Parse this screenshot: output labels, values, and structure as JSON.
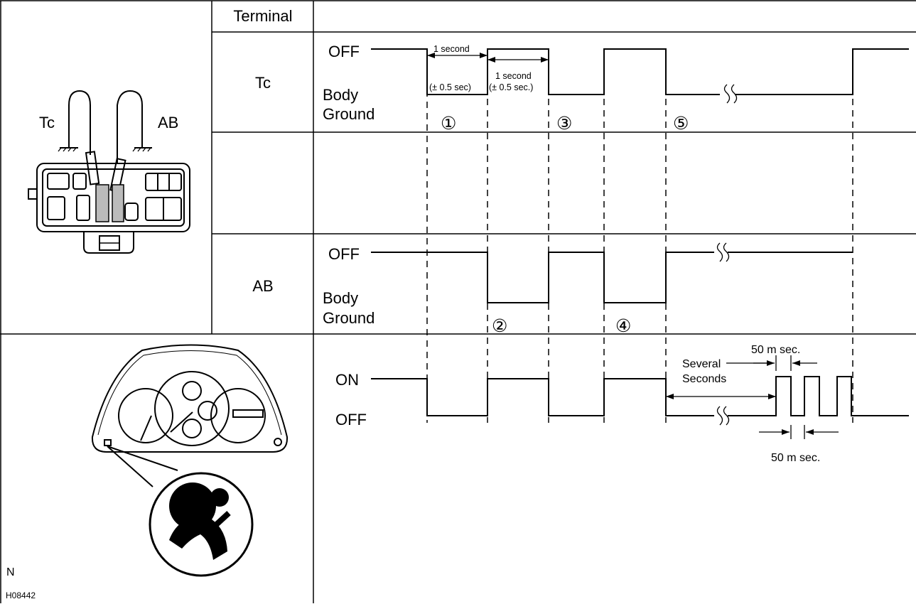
{
  "table": {
    "terminal_header": "Terminal",
    "rows": [
      {
        "terminal": "Tc",
        "high_label": "OFF",
        "low_label_line1": "Body",
        "low_label_line2": "Ground"
      },
      {
        "terminal": "",
        "high_label": "",
        "low_label_line1": "",
        "low_label_line2": ""
      },
      {
        "terminal": "AB",
        "high_label": "OFF",
        "low_label_line1": "Body",
        "low_label_line2": "Ground"
      },
      {
        "terminal": "",
        "high_label": "ON",
        "low_label_line1": "OFF",
        "low_label_line2": ""
      }
    ]
  },
  "connector_illustration": {
    "left_probe": "Tc",
    "right_probe": "AB"
  },
  "steps": [
    "①",
    "②",
    "③",
    "④",
    "⑤"
  ],
  "timing_labels": {
    "pulse1_duration": "1 second",
    "pulse1_tolerance": "(± 0.5 sec)",
    "pulse2_duration": "1 second",
    "pulse2_tolerance": "(± 0.5 sec.)",
    "several_seconds_line1": "Several",
    "several_seconds_line2": "Seconds",
    "blink_on_time": "50 m sec.",
    "blink_off_time": "50 m sec."
  },
  "footer": {
    "letter": "N",
    "figure_id": "H08442"
  },
  "icons": [
    "airbag-warning-icon",
    "diagnostic-connector-icon",
    "combination-meter-icon"
  ]
}
